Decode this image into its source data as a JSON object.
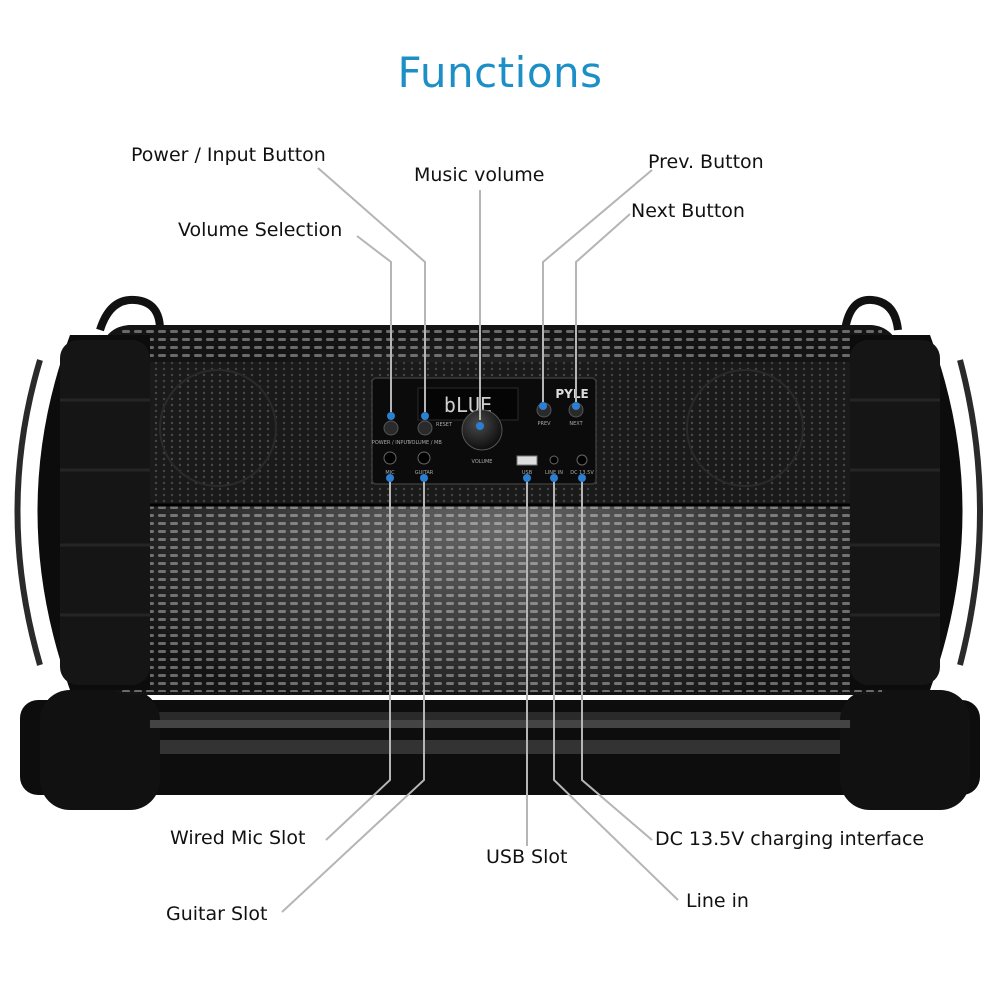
{
  "page": {
    "title": "Functions"
  },
  "speaker": {
    "display_text": "bLUE",
    "brand": "PYLE"
  },
  "panel_labels": {
    "power_input": "POWER / INPUT",
    "volume_selection": "VOLUME / MB",
    "reset": "RESET",
    "volume": "VOLUME",
    "prev": "PREV",
    "next": "NEXT",
    "mic": "MIC",
    "guitar": "GUITAR",
    "usb": "USB",
    "line_in": "LINE IN",
    "dc": "DC 13.5V"
  },
  "callouts": {
    "power_input_button": "Power / Input Button",
    "volume_selection": "Volume Selection",
    "music_volume": "Music volume",
    "prev_button": "Prev. Button",
    "next_button": "Next Button",
    "wired_mic_slot": "Wired Mic Slot",
    "guitar_slot": "Guitar Slot",
    "usb_slot": "USB Slot",
    "dc_charging": "DC 13.5V charging interface",
    "line_in": "Line in"
  },
  "colors": {
    "accent": "#1b8fc6",
    "marker": "#2a7fd0",
    "leader": "#b5b5b5"
  }
}
